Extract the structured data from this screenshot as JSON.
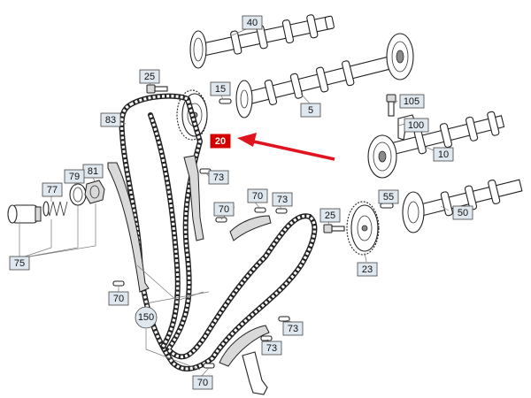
{
  "labels": {
    "p40": "40",
    "p25a": "25",
    "p15": "15",
    "p5": "5",
    "p105": "105",
    "p83": "83",
    "p20": "20",
    "p100": "100",
    "p10": "10",
    "p73a": "73",
    "p81": "81",
    "p79": "79",
    "p77": "77",
    "p70a": "70",
    "p73b": "73",
    "p70b": "70",
    "p55": "55",
    "p25b": "25",
    "p50": "50",
    "p23": "23",
    "p75": "75",
    "p70c": "70",
    "p150": "150",
    "p73c": "73",
    "p73d": "73",
    "p70d": "70"
  },
  "colors": {
    "highlight": "#d40000",
    "arrow": "#e0141e",
    "label_fill": "#dfe8ef"
  }
}
